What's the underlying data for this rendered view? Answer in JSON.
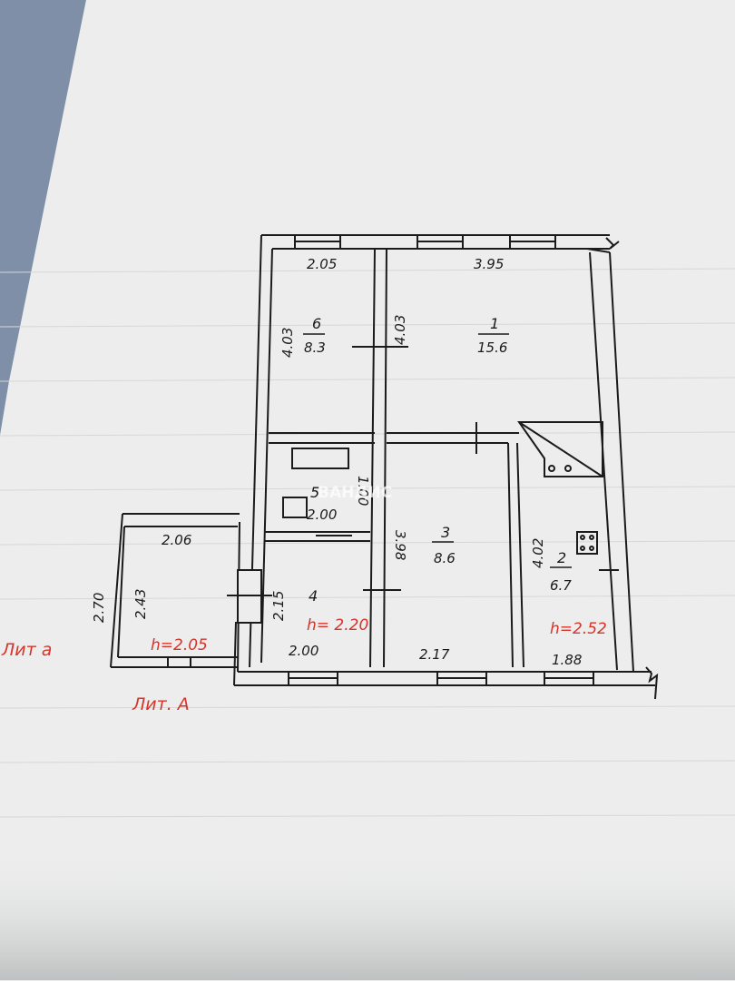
{
  "colors": {
    "paper": "#ecedec",
    "ink": "#1b1b1b",
    "annotation": "#d8342a",
    "shadow": "#7f8fa8"
  },
  "watermark": "ВАНДИС",
  "labels": {
    "lit_small": "Лит а",
    "lit_main": "Лит. А"
  },
  "rooms": [
    {
      "number": "6",
      "area": "8.3"
    },
    {
      "number": "1",
      "area": "15.6"
    },
    {
      "number": "5",
      "dim": "2.00"
    },
    {
      "number": "3",
      "area": "8.6"
    },
    {
      "number": "2",
      "area": "6.7"
    },
    {
      "number": "4",
      "height": "h= 2.20"
    }
  ],
  "dimensions": {
    "room6_width": "2.05",
    "room6_depth_left": "4.03",
    "room6_depth_right": "4.03",
    "room1_width": "3.95",
    "room5_depth": "1.00",
    "room3_depth": "3.98",
    "room2_depth": "4.02",
    "room4_depth": "2.15",
    "room4_width": "2.00",
    "room3_width": "2.17",
    "room2_width": "1.88",
    "room2_height": "h=2.52",
    "annex_width": "2.06",
    "annex_depth_outer": "2.70",
    "annex_depth_inner": "2.43",
    "annex_height": "h=2.05"
  }
}
